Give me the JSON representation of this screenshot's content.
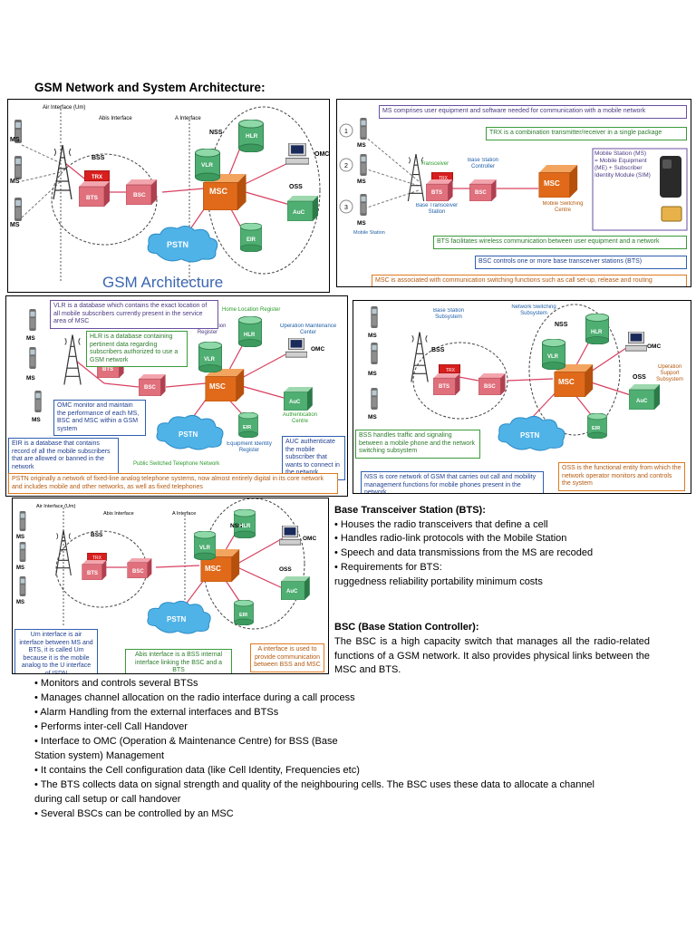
{
  "page_title": "GSM Network and System Architecture:",
  "diagram1": {
    "caption": "GSM Architecture",
    "air_interface": "Air Interface (Um)",
    "abis_interface": "Abis Interface",
    "a_interface": "A Interface",
    "ms": "MS",
    "bss": "BSS",
    "nss": "NSS",
    "oss": "OSS",
    "trx": "TRX",
    "bts": "BTS",
    "bsc": "BSC",
    "msc": "MSC",
    "hlr": "HLR",
    "vlr": "VLR",
    "eir": "EIR",
    "auc": "AuC",
    "omc": "OMC",
    "pstn": "PSTN"
  },
  "diagram2": {
    "note1": "MS comprises user equipment and software needed for communication with a mobile network",
    "note2": "TRX is a combination transmitter/receiver in a single package",
    "transceiver": "Transceiver",
    "bsc_label": "Base Station Controller",
    "bts_label": "Base Transceiver Station",
    "msc_label": "Mobile Switching Centre",
    "mobile_station": "Mobile Station",
    "ms_box": "Mobile Station (MS) = Mobile Equipment (ME) + Subscriber Identity Module (SIM)",
    "note3": "BTS facilitates wireless communication between user equipment and a network",
    "note4": "BSC controls one or more base transceiver stations (BTS)",
    "note5": "MSC is associated with communication switching functions such as call set-up, release and routing",
    "n1": "1",
    "n2": "2",
    "n3": "3"
  },
  "diagram3": {
    "vlr_note": "VLR is a database which contains the exact location of all mobile subscribers currently present in the service area of MSC",
    "hlr_label": "Home Location Register",
    "hlr_note": "HLR is a database containing pertinent data regarding subscribers authorized to use a GSM network",
    "vlr_label": "Visitor Location Register",
    "omc_label": "Operation Maintenance Center",
    "omc_note": "OMC monitor and maintain the performance of each MS, BSC and MSC within a GSM system",
    "eir_note": "EIR is a database that contains record of all the mobile subscribers that are allowed or banned in the network",
    "pstn_label": "Public Switched Telephone Network",
    "eir_label": "Equipment Identity Register",
    "auc_label": "Authentication Centre",
    "auc_note": "AUC authenticate the mobile subscriber that wants to connect in the network",
    "pstn_note": "PSTN originally a network of fixed-line analog telephone systems, now almost entirely digital in its core network and includes mobile and other networks, as well as fixed telephones"
  },
  "diagram4": {
    "bss_label": "Base Station Subsystem",
    "nss_label": "Network Switching Subsystem",
    "oss_label": "Operation Support Subsystem",
    "bss_note": "BSS handles traffic and signaling between a mobile phone and the network switching subsystem",
    "nss_note": "NSS is core network of GSM that carries out call and mobility management functions for mobile phones present in the network",
    "oss_note": "OSS is the functional entity from which the network operator monitors and controls the system"
  },
  "diagram5": {
    "um_note": "Um interface is air interface between MS and BTS, it is called Um because it is the mobile analog to the U interface of ISDN",
    "abis_note": "Abis interface is a BSS internal interface linking the BSC and a BTS",
    "a_note": "A interface is used to provide communication between BSS and MSC"
  },
  "bts_section": {
    "heading": "Base Transceiver Station (BTS):",
    "bullets": [
      "• Houses the radio transceivers that define a cell",
      "• Handles radio-link protocols with the Mobile Station",
      "• Speech and data transmissions from the MS are recoded",
      "• Requirements for BTS:"
    ],
    "requirements": "ruggedness reliability portability minimum costs"
  },
  "bsc_section": {
    "heading": "BSC (Base Station Controller):",
    "paragraph": "The BSC is a high capacity switch that manages all the radio-related functions of a GSM network. It also provides physical links between the MSC and BTS.",
    "bullets": [
      "• Monitors and controls several BTSs",
      "• Manages channel allocation on the radio interface during a call process",
      "• Alarm Handling from the external interfaces and BTSs",
      "• Performs inter-cell Call Handover",
      "• Interface to OMC (Operation & Maintenance Centre) for BSS (Base",
      "Station system) Management",
      "• It contains the Cell configuration data (like Cell Identity, Frequencies etc)",
      "• The BTS collects data on signal strength and quality of the neighbouring cells. The BSC uses these data to allocate a channel",
      "during call setup or call handover",
      "• Several BSCs can be controlled by an MSC"
    ]
  },
  "colors": {
    "msc": "#e06a1a",
    "bts": "#e05a6a",
    "db": "#3aa86a",
    "pstn": "#4fb3e8",
    "trx": "#d81e1e"
  }
}
